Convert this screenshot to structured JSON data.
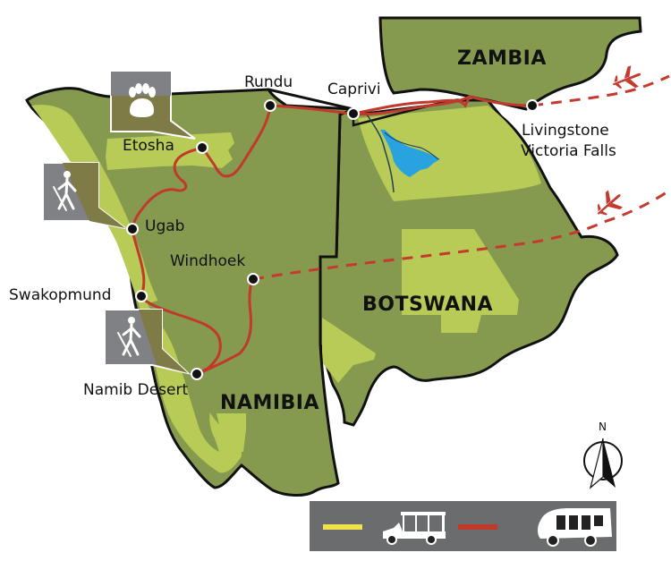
{
  "map": {
    "countries": [
      {
        "name": "ZAMBIA"
      },
      {
        "name": "BOTSWANA"
      },
      {
        "name": "NAMIBIA"
      }
    ],
    "places": [
      {
        "name": "Rundu"
      },
      {
        "name": "Caprivi"
      },
      {
        "name": "Etosha"
      },
      {
        "name": "Ugab"
      },
      {
        "name": "Windhoek"
      },
      {
        "name": "Swakopmund"
      },
      {
        "name": "Namib Desert"
      },
      {
        "name": "Livingstone"
      },
      {
        "name": "Victoria Falls"
      }
    ],
    "callouts": [
      {
        "icon": "paw-print-icon",
        "target": "Etosha"
      },
      {
        "icon": "hiker-icon",
        "target": "Ugab"
      },
      {
        "icon": "hiker-icon",
        "target": "Namib Desert"
      }
    ],
    "compass": {
      "label": "N"
    },
    "colors": {
      "land_dark": "#869a4f",
      "land_light": "#b8cb56",
      "border": "#111111",
      "route_road": "#c0392b",
      "route_flight": "#c53a2e",
      "water": "#29a3e0",
      "callout_bg": "#808184",
      "legend_bg": "#6b6c6e"
    }
  },
  "legend": {
    "items": [
      {
        "color": "#f2e24a",
        "vehicle": "open-safari-vehicle-icon"
      },
      {
        "color": "#c0392b",
        "vehicle": "minibus-icon"
      }
    ]
  }
}
